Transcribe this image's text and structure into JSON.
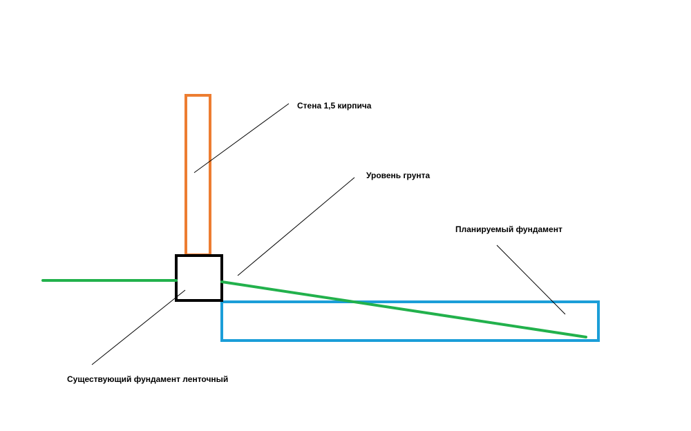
{
  "labels": {
    "wall": "Стена 1,5 кирпича",
    "ground_level": "Уровень грунта",
    "planned_foundation": "Планируемый фундамент",
    "existing_foundation": "Существующий фундамент ленточный"
  },
  "colors": {
    "wall": "#ed7d31",
    "existing_foundation": "#000000",
    "planned_foundation": "#1b9ed8",
    "ground_line": "#22b14c",
    "leader_line": "#000000",
    "background": "#ffffff"
  }
}
